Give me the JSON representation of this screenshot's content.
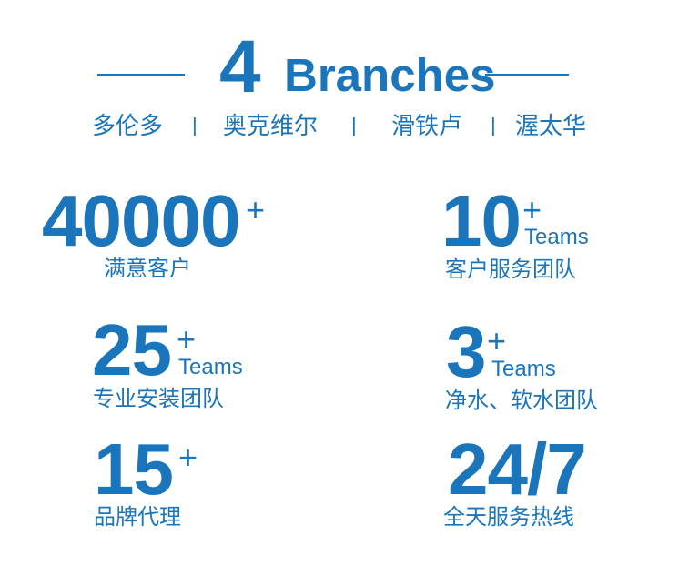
{
  "header": {
    "number": "4",
    "word": "Branches",
    "cities": [
      "多伦多",
      "奥克维尔",
      "滑铁卢",
      "渥太华"
    ],
    "separator": "|"
  },
  "stats": [
    {
      "value": "40000",
      "suffix": "+",
      "unit": "",
      "label": "满意客户"
    },
    {
      "value": "10",
      "suffix": "+",
      "unit": "Teams",
      "label": "客户服务团队"
    },
    {
      "value": "25",
      "suffix": "+",
      "unit": "Teams",
      "label": "专业安装团队"
    },
    {
      "value": "3",
      "suffix": "+",
      "unit": "Teams",
      "label": "净水、软水团队"
    },
    {
      "value": "15",
      "suffix": "+",
      "unit": "",
      "label": "品牌代理"
    },
    {
      "value": "24/7",
      "suffix": "",
      "unit": "",
      "label": "全天服务热线"
    }
  ],
  "colors": {
    "brand": "#1a75bb"
  }
}
